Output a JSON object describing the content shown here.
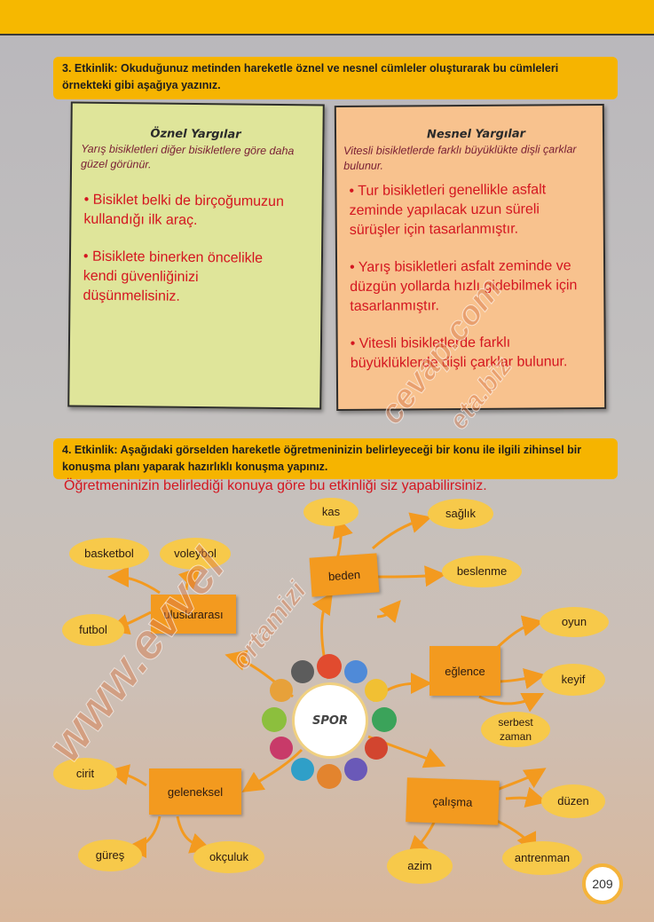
{
  "activity3": {
    "instruction": "3. Etkinlik: Okuduğunuz metinden hareketle öznel ve nesnel cümleler oluşturarak bu cümleleri örnekteki gibi aşağıya yazınız.",
    "subjective": {
      "title": "Öznel Yargılar",
      "example": "Yarış bisikletleri diğer bisikletlere göre daha güzel görünür.",
      "answers": [
        "• Bisiklet belki de birçoğumuzun kullandığı ilk araç.",
        "• Bisiklete binerken öncelikle kendi güvenliğinizi düşünmelisiniz."
      ]
    },
    "objective": {
      "title": "Nesnel Yargılar",
      "example": "Vitesli bisikletlerde farklı büyüklükte dişli çarklar bulunur.",
      "answers": [
        "• Tur bisikletleri genellikle asfalt zeminde yapılacak uzun süreli sürüşler için tasarlanmıştır.",
        "• Yarış bisikletleri asfalt zeminde ve düzgün yollarda hızlı gidebilmek için tasarlanmıştır.",
        "• Vitesli bisikletlerde farklı büyüklüklerde dişli çarklar bulunur."
      ]
    }
  },
  "activity4": {
    "instruction": "4. Etkinlik: Aşağıdaki görselden hareketle öğretmeninizin belirleyeceği bir konu ile ilgili zihinsel bir konuşma planı yaparak hazırlıklı konuşma yapınız.",
    "answer": "Öğretmeninizin belirlediği konuya göre bu etkinliği siz yapabilirsiniz."
  },
  "mindmap": {
    "center": "SPOR",
    "boxes": {
      "beden": "beden",
      "uluslararasi": "uluslararası",
      "eglence": "eğlence",
      "geleneksel": "geleneksel",
      "calisma": "çalışma"
    },
    "bubbles": {
      "kas": "kas",
      "saglik": "sağlık",
      "beslenme": "beslenme",
      "basketbol": "basketbol",
      "voleybol": "voleybol",
      "futbol": "futbol",
      "oyun": "oyun",
      "keyif": "keyif",
      "serbest": "serbest zaman",
      "cirit": "cirit",
      "gures": "güreş",
      "okculuk": "okçuluk",
      "duzen": "düzen",
      "azim": "azim",
      "antrenman": "antrenman"
    }
  },
  "watermark": {
    "text1": "www.evvel",
    "text2": "cevap.com",
    "text3": "ortamizi",
    "text4": "eta.biz"
  },
  "page_number": "209",
  "colors": {
    "topbar": "#f6b800",
    "answer_red": "#d41620",
    "box_orange": "#f39a1f",
    "bubble_yellow": "#f7c94a"
  }
}
